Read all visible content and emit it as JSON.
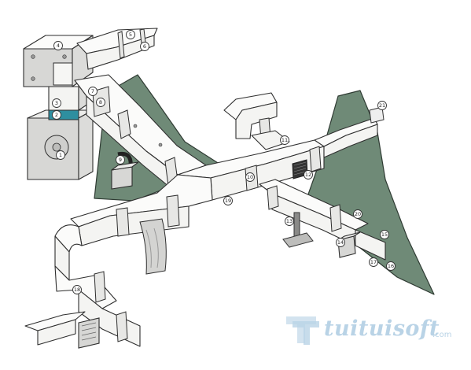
{
  "figure": {
    "callout_labels": [
      "1",
      "2",
      "3",
      "4",
      "5",
      "6",
      "7",
      "8",
      "9",
      "10",
      "11",
      "12",
      "13",
      "14",
      "15",
      "16",
      "17",
      "18",
      "19",
      "20",
      "21"
    ]
  },
  "watermark": {
    "text": "tuituisoft",
    "domain": ".com",
    "color": "#b9d3e6"
  },
  "colors": {
    "duct": "#f4f4f2",
    "outline": "#2e2e2e",
    "panel": "#6f8a77",
    "filter": "#2e8fa0"
  }
}
